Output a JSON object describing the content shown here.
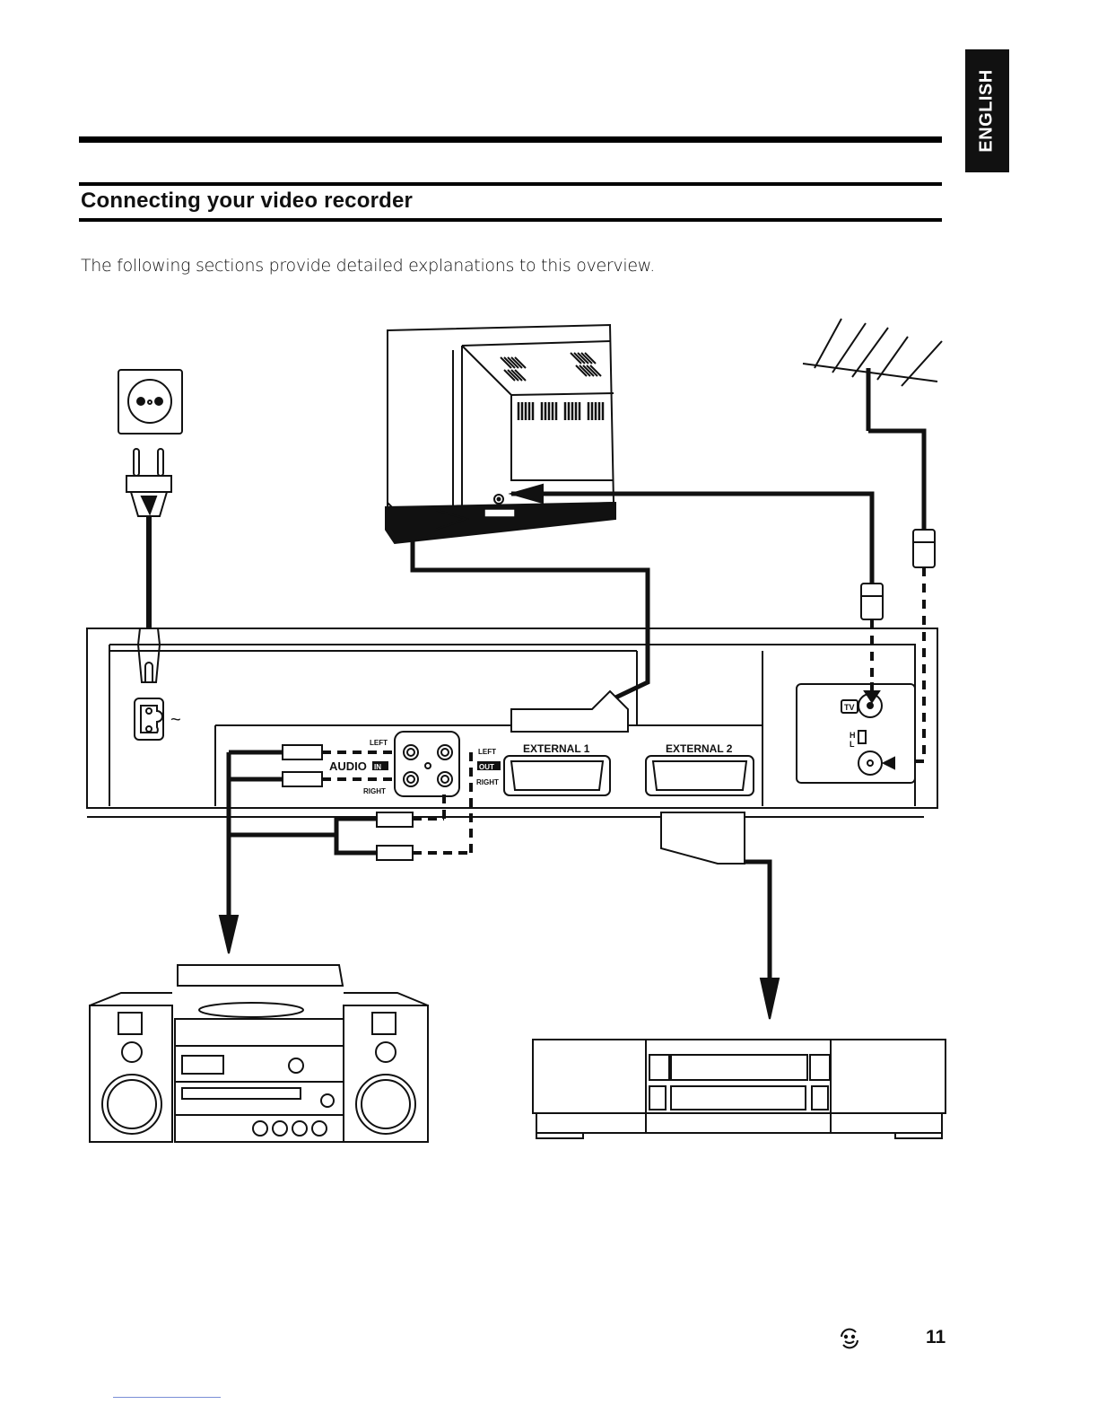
{
  "language_tab": {
    "label": "ENGLISH"
  },
  "section": {
    "title": "Connecting your video recorder",
    "intro": "The following sections provide detailed explanations to this overview."
  },
  "diagram": {
    "devices": [
      "wall-socket",
      "mains-plug",
      "television",
      "aerial",
      "video-recorder-rear-panel",
      "hifi-system",
      "second-video-recorder"
    ],
    "panel_labels": {
      "audio": "AUDIO",
      "audio_in_badge": "IN",
      "audio_out_badge": "OUT",
      "left_in": "LEFT",
      "right_in": "RIGHT",
      "left_out": "LEFT",
      "right_out": "RIGHT",
      "external_1": "EXTERNAL 1",
      "external_2": "EXTERNAL 2",
      "tv_badge": "TV",
      "rf_level_high": "H",
      "rf_level_low": "L",
      "mains_symbol": "~"
    }
  },
  "footer": {
    "page_number": "11",
    "icon": "smiley-refresh-icon"
  }
}
